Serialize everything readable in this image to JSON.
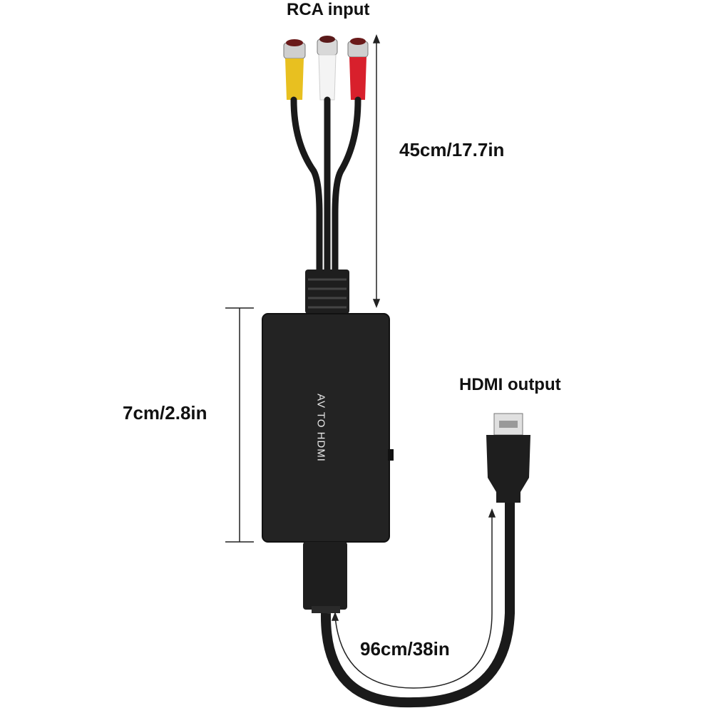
{
  "labels": {
    "rca_input": "RCA input",
    "rca_cable_length": "45cm/17.7in",
    "box_length": "7cm/2.8in",
    "hdmi_output": "HDMI output",
    "hdmi_cable_length": "96cm/38in",
    "box_text": "AV  TO HDMI"
  },
  "colors": {
    "rca_yellow": "#e8c020",
    "rca_white": "#f2f2f2",
    "rca_red": "#d8202c",
    "cable_black": "#1a1a1a",
    "box_body": "#232323"
  }
}
